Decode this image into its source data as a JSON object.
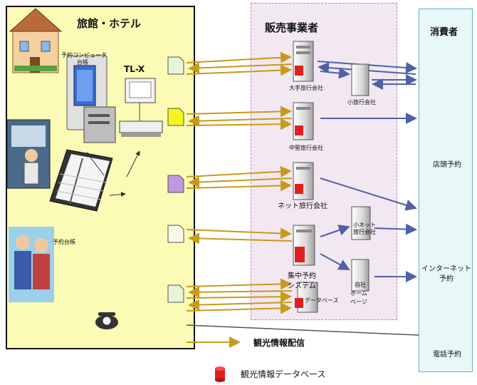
{
  "hotel": {
    "title": "旅館・ホテル",
    "reservation_computer_label": "予約コンピュータ",
    "reservation_computer_sub": "台帳",
    "tlx_label": "TL-X",
    "ledger_label": "予約台帳"
  },
  "vendors": {
    "title": "販売事業者",
    "large_agency": "大手旅行会社",
    "small_agency": "小旅行会社",
    "mid_agency": "中堅旅行会社",
    "net_agency": "ネット旅行会社",
    "small_net_line1": "小ネット",
    "small_net_line2": "旅行会社",
    "central_line1": "集中予約",
    "central_line2": "システム",
    "own_hp_line1": "自社",
    "own_hp_line2": "ホーム",
    "own_hp_line3": "ページ",
    "database_label": "データベース"
  },
  "consumer": {
    "title": "消費者",
    "store": "店頭予約",
    "internet_line1": "インターネット",
    "internet_line2": "予約",
    "phone": "電話予約"
  },
  "tourism_distribution": "観光情報配信",
  "legend": {
    "label": "観光情報データベース",
    "color": "#e02020"
  },
  "colors": {
    "hotel_bg": "#fbfbb6",
    "vendor_bg": "#f2e8f2",
    "consumer_bg": "#e8f8f8",
    "arrow_gold": "#c89a18",
    "arrow_blue": "#5060a8"
  }
}
